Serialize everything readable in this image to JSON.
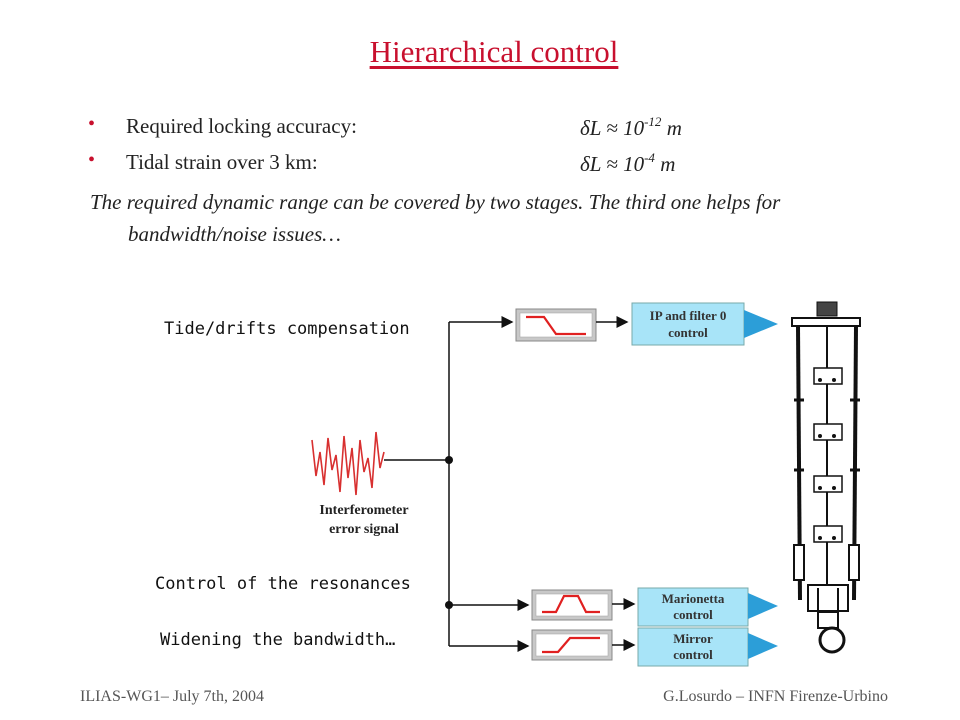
{
  "title": "Hierarchical  control",
  "bullets": [
    {
      "label": "Required locking accuracy:",
      "formula_prefix": "δL ≈ 10",
      "exponent": "-12",
      "unit": " m"
    },
    {
      "label": "Tidal strain over 3 km:",
      "formula_prefix": "δL ≈ 10",
      "exponent": "-4",
      "unit": " m"
    }
  ],
  "paragraph": {
    "line1": "The required dynamic range can be covered by two stages. The third one helps for",
    "line2": "bandwidth/noise issues…"
  },
  "diagram": {
    "branch_labels": {
      "tide": "Tide/drifts compensation",
      "resonances": "Control of the resonances",
      "bandwidth": "Widening the bandwidth…"
    },
    "signal_label": {
      "line1": "Interferometer",
      "line2": "error signal"
    },
    "controls": [
      {
        "line1": "IP and filter 0",
        "line2": "control"
      },
      {
        "line1": "Marionetta",
        "line2": "control"
      },
      {
        "line1": "Mirror",
        "line2": "control"
      }
    ],
    "filter_types": [
      "low-pass",
      "band-pass",
      "high-pass"
    ],
    "colors": {
      "signal": "#d83030",
      "filter_curve": "#e02020",
      "control_box": "#a8e4f8",
      "arrow": "#2c9ed8"
    },
    "icons": [
      "suspension-chain-icon"
    ]
  },
  "footer": {
    "left": "ILIAS-WG1– July 7th, 2004",
    "right": "G.Losurdo – INFN Firenze-Urbino"
  }
}
